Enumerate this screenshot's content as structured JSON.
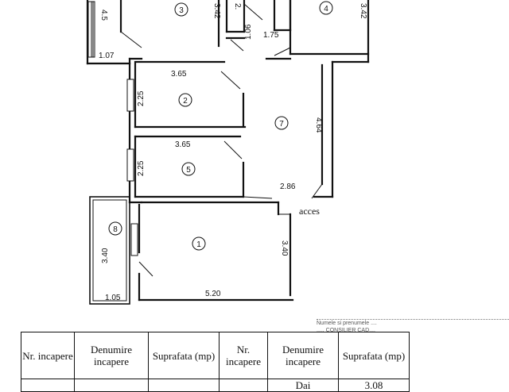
{
  "plan": {
    "rooms": [
      "1",
      "2",
      "3",
      "4",
      "5",
      "7",
      "8"
    ],
    "dimensions": {
      "room3_height": "4.5",
      "room3_w1": "3.42",
      "room3_w2": "2.",
      "room4_height": "3.42",
      "hall_w": "1.75",
      "hall_door": "1.06",
      "room3_bottom": "1.07",
      "room2_width": "3.65",
      "room2_height": "2.25",
      "room5_width": "3.65",
      "room5_height": "2.25",
      "room7_height": "4.64",
      "room7_width": "2.86",
      "room1_height": "3.40",
      "room1_width": "5.20",
      "room8_height": "3.40",
      "room8_width": "1.05"
    },
    "entrance_label": "acces"
  },
  "legend": {
    "headers": [
      "Nr. incapere",
      "Denumire incapere",
      "Suprafata (mp)",
      "Nr. incapere",
      "Denumire incapere",
      "Suprafata (mp)"
    ],
    "partial_row": [
      "",
      "",
      "",
      "",
      "Dai",
      "3.08"
    ]
  },
  "stamp_lines": [
    "Numele si prenumele ....",
    "..... CONSILIER  CAD...."
  ]
}
